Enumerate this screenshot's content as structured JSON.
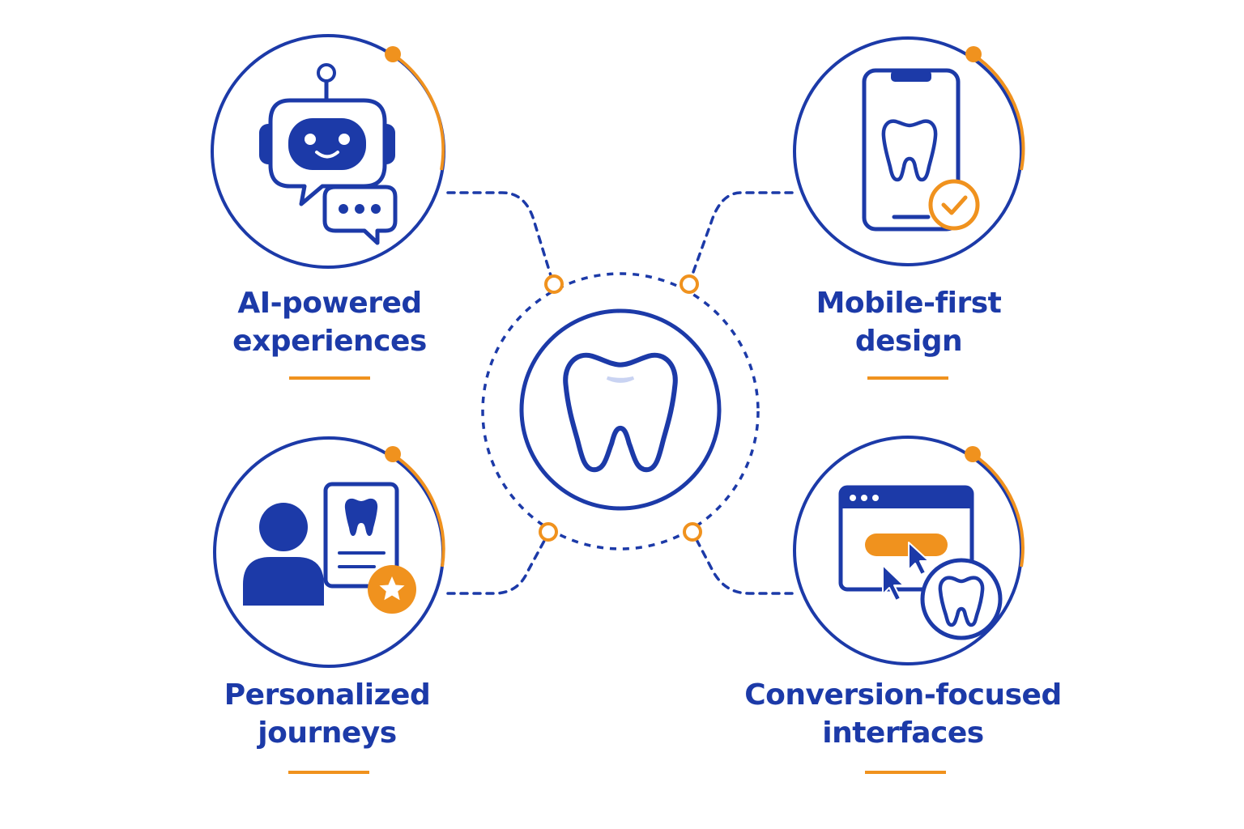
{
  "colors": {
    "primary": "#1c3aa8",
    "accent": "#f0921e",
    "background": "#ffffff",
    "tooth_shine": "#c9d3f2"
  },
  "center": {
    "icon": "tooth-icon"
  },
  "features": [
    {
      "key": "ai",
      "icon": "robot-chat-icon",
      "line1": "AI-powered",
      "line2": "experiences"
    },
    {
      "key": "mobile",
      "icon": "phone-tooth-check-icon",
      "line1": "Mobile-first",
      "line2": "design"
    },
    {
      "key": "personal",
      "icon": "person-profile-card-icon",
      "line1": "Personalized",
      "line2": "journeys"
    },
    {
      "key": "conversion",
      "icon": "browser-click-icon",
      "line1": "Conversion-focused",
      "line2": "interfaces"
    }
  ]
}
